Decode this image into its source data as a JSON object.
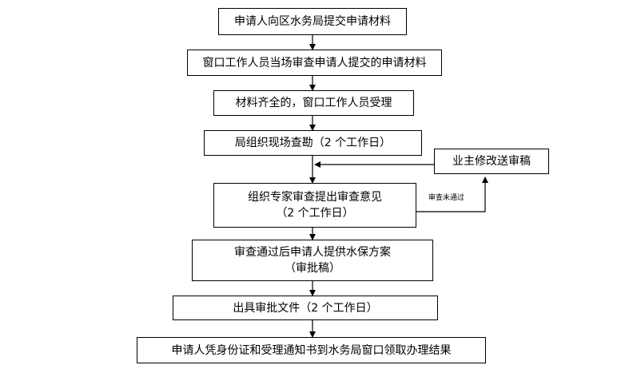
{
  "flowchart": {
    "steps": [
      {
        "lines": [
          "申请人向区水务局提交申请材料"
        ]
      },
      {
        "lines": [
          "窗口工作人员当场审查申请人提交的申请材料"
        ]
      },
      {
        "lines": [
          "材料齐全的，窗口工作人员受理"
        ]
      },
      {
        "lines": [
          "局组织现场查勘（2 个工作日）"
        ]
      },
      {
        "lines": [
          "组织专家审查提出审查意见",
          "（2 个工作日）"
        ]
      },
      {
        "lines": [
          "审查通过后申请人提供水保方案",
          "（审批稿）"
        ]
      },
      {
        "lines": [
          "出具审批文件（2 个工作日）"
        ]
      },
      {
        "lines": [
          "申请人凭身份证和受理通知书到水务局窗口领取办理结果"
        ]
      }
    ],
    "revision_box": {
      "label": "业主修改送审稿"
    },
    "rejection_note": "审查未通过"
  }
}
